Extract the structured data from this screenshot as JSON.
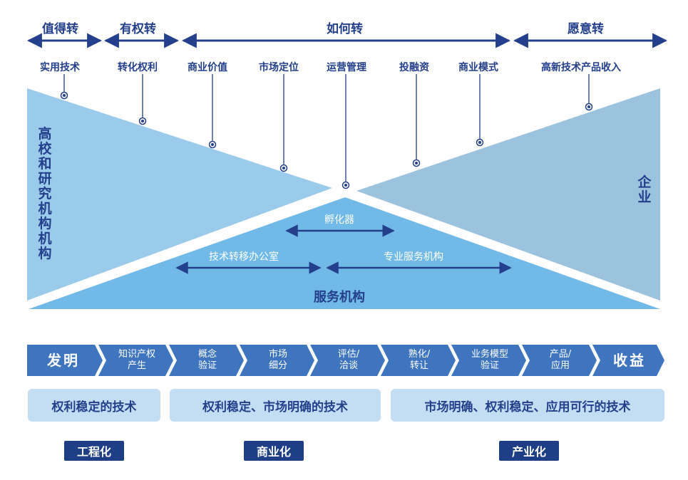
{
  "top_stages": [
    "值得转",
    "有权转",
    "如何转",
    "愿意转"
  ],
  "sub_labels": [
    "实用技术",
    "转化权利",
    "商业价值",
    "市场定位",
    "运营管理",
    "投融资",
    "商业模式",
    "高新技术产品收入"
  ],
  "left_party": "高校和研究机构机构",
  "right_party": "企业",
  "middle": {
    "incubator": "孵化器",
    "tto": "技术转移办公室",
    "pro_service": "专业服务机构",
    "service_org": "服务机构"
  },
  "chevrons": [
    {
      "top": "发明",
      "bottom": ""
    },
    {
      "top": "知识产权",
      "bottom": "产生"
    },
    {
      "top": "概念",
      "bottom": "验证"
    },
    {
      "top": "市场",
      "bottom": "细分"
    },
    {
      "top": "评估/",
      "bottom": "洽谈"
    },
    {
      "top": "熟化/",
      "bottom": "转让"
    },
    {
      "top": "业务模型",
      "bottom": "验证"
    },
    {
      "top": "产品/",
      "bottom": "应用"
    },
    {
      "top": "收益",
      "bottom": ""
    }
  ],
  "tech_boxes": [
    "权利稳定的技术",
    "权利稳定、市场明确的技术",
    "市场明确、权利稳定、应用可行的技术"
  ],
  "phases": [
    "工程化",
    "商业化",
    "产业化"
  ],
  "colors": {
    "navy": "#24408c",
    "left_triangle": "#9acbeb",
    "right_triangle": "#9cc3de",
    "bottom_triangle": "#71b9e6",
    "chevron": "#3f74bf",
    "box": "#c3def2",
    "badge": "#1e3e86"
  }
}
